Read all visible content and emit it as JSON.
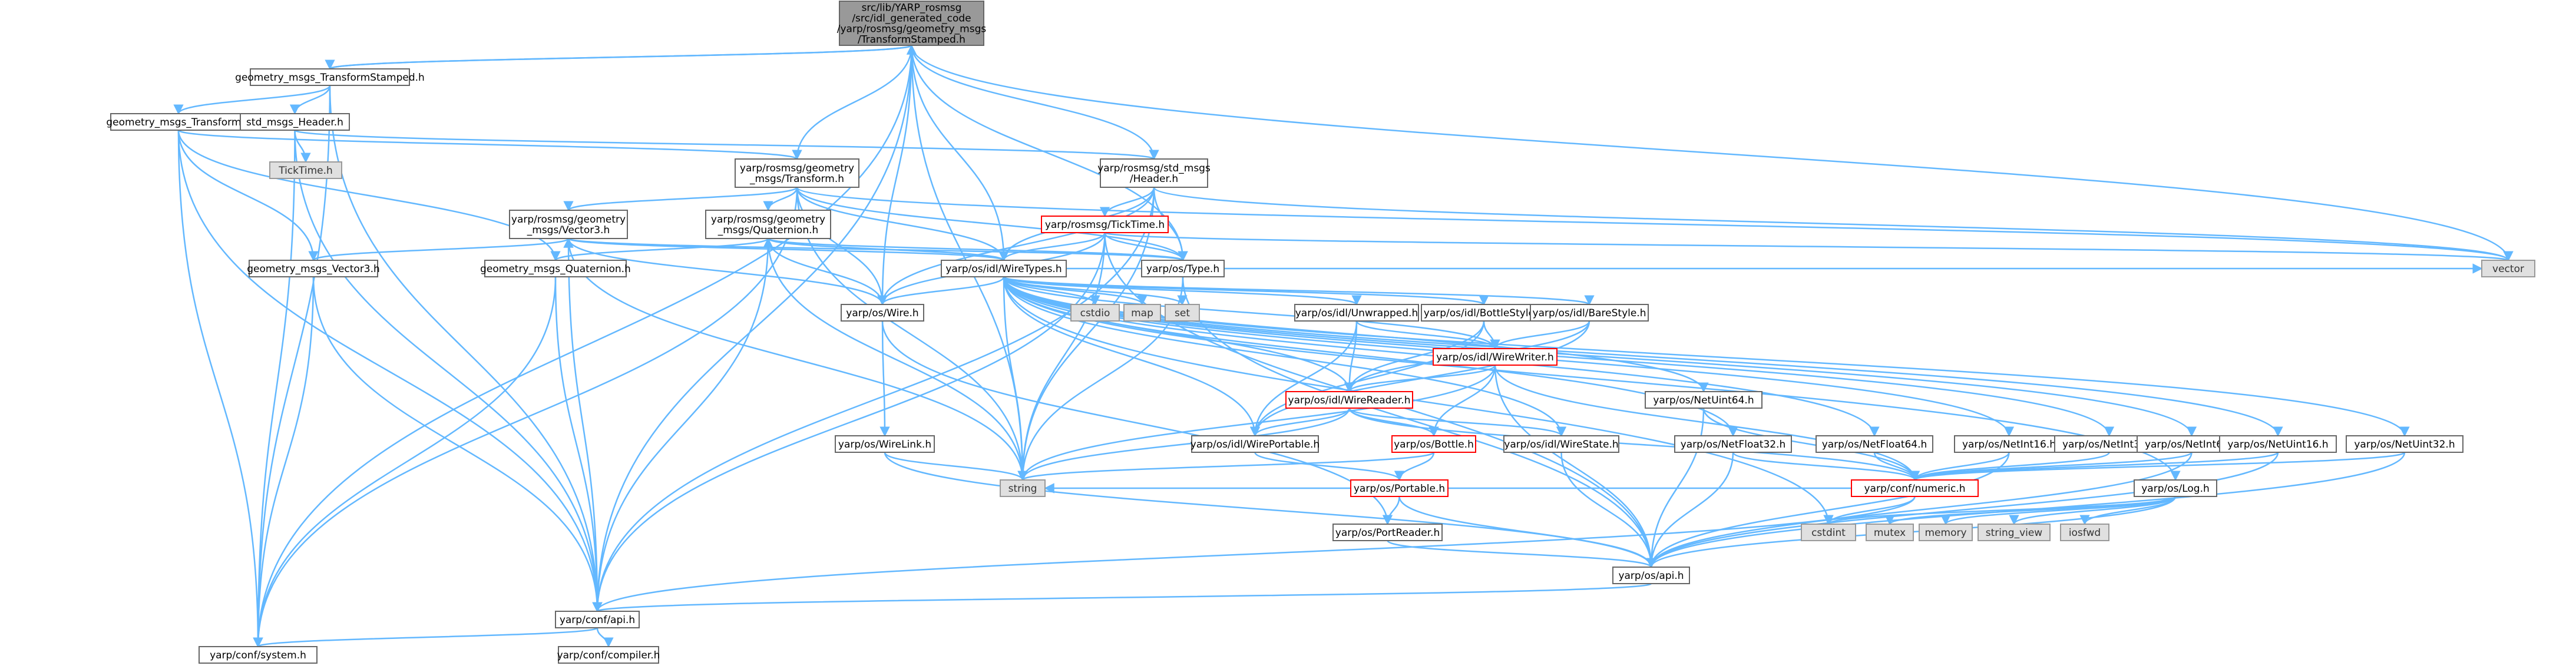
{
  "root": [
    "src/lib/YARP_rosmsg",
    "/src/idl_generated_code",
    "/yarp/rosmsg/geometry_msgs",
    "/TransformStamped.h"
  ],
  "nodes": {
    "root": [
      "src/lib/YARP_rosmsg",
      "/src/idl_generated_code",
      "/yarp/rosmsg/geometry_msgs",
      "/TransformStamped.h"
    ],
    "ts_h": [
      "geometry_msgs_TransformStamped.h"
    ],
    "tf_h": [
      "geometry_msgs_Transform.h"
    ],
    "hdr_h": [
      "std_msgs_Header.h"
    ],
    "ticktime_h": [
      "TickTime.h"
    ],
    "rm_transform": [
      "yarp/rosmsg/geometry",
      "_msgs/Transform.h"
    ],
    "rm_header": [
      "yarp/rosmsg/std_msgs",
      "/Header.h"
    ],
    "rm_ticktime": [
      "yarp/rosmsg/TickTime.h"
    ],
    "rm_vector3": [
      "yarp/rosmsg/geometry",
      "_msgs/Vector3.h"
    ],
    "rm_quat": [
      "yarp/rosmsg/geometry",
      "_msgs/Quaternion.h"
    ],
    "v3_h": [
      "geometry_msgs_Vector3.h"
    ],
    "q_h": [
      "geometry_msgs_Quaternion.h"
    ],
    "wiretypes": [
      "yarp/os/idl/WireTypes.h"
    ],
    "type_h": [
      "yarp/os/Type.h"
    ],
    "wire_h": [
      "yarp/os/Wire.h"
    ],
    "cstdio": [
      "cstdio"
    ],
    "map": [
      "map"
    ],
    "set": [
      "set"
    ],
    "unwrapped": [
      "yarp/os/idl/Unwrapped.h"
    ],
    "bottlestyle": [
      "yarp/os/idl/BottleStyle.h"
    ],
    "barestyle": [
      "yarp/os/idl/BareStyle.h"
    ],
    "wirewriter": [
      "yarp/os/idl/WireWriter.h"
    ],
    "wirereader": [
      "yarp/os/idl/WireReader.h"
    ],
    "wireportable": [
      "yarp/os/idl/WirePortable.h"
    ],
    "wirestate": [
      "yarp/os/idl/WireState.h"
    ],
    "bottle": [
      "yarp/os/Bottle.h"
    ],
    "portable": [
      "yarp/os/Portable.h"
    ],
    "portreader": [
      "yarp/os/PortReader.h"
    ],
    "wirelink": [
      "yarp/os/WireLink.h"
    ],
    "string": [
      "string"
    ],
    "netuint64": [
      "yarp/os/NetUint64.h"
    ],
    "netfloat32": [
      "yarp/os/NetFloat32.h"
    ],
    "netfloat64": [
      "yarp/os/NetFloat64.h"
    ],
    "netint16": [
      "yarp/os/NetInt16.h"
    ],
    "netint32": [
      "yarp/os/NetInt32.h"
    ],
    "netint64": [
      "yarp/os/NetInt64.h"
    ],
    "netuint16": [
      "yarp/os/NetUint16.h"
    ],
    "netuint32": [
      "yarp/os/NetUint32.h"
    ],
    "numeric": [
      "yarp/conf/numeric.h"
    ],
    "log_h": [
      "yarp/os/Log.h"
    ],
    "cstdint": [
      "cstdint"
    ],
    "mutex": [
      "mutex"
    ],
    "memory": [
      "memory"
    ],
    "string_view": [
      "string_view"
    ],
    "iosfwd": [
      "iosfwd"
    ],
    "vector": [
      "vector"
    ],
    "os_api": [
      "yarp/os/api.h"
    ],
    "conf_api": [
      "yarp/conf/api.h"
    ],
    "conf_system": [
      "yarp/conf/system.h"
    ],
    "conf_compiler": [
      "yarp/conf/compiler.h"
    ]
  }
}
